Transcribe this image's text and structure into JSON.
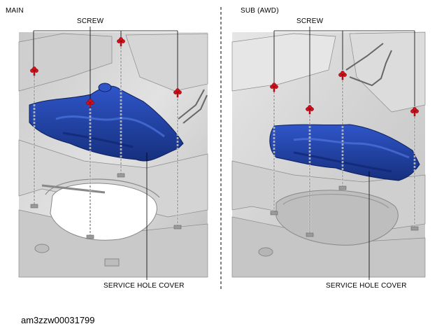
{
  "panels": {
    "main": {
      "title": "MAIN",
      "screw_label": "SCREW",
      "cover_label": "SERVICE HOLE COVER"
    },
    "sub": {
      "title": "SUB (AWD)",
      "screw_label": "SCREW",
      "cover_label": "SERVICE HOLE COVER"
    }
  },
  "figure_code": "am3zzw00031799",
  "colors": {
    "cover_blue": "#1e3fa8",
    "screw_red": "#d0101a",
    "background_gray": "#d9d9d9"
  }
}
